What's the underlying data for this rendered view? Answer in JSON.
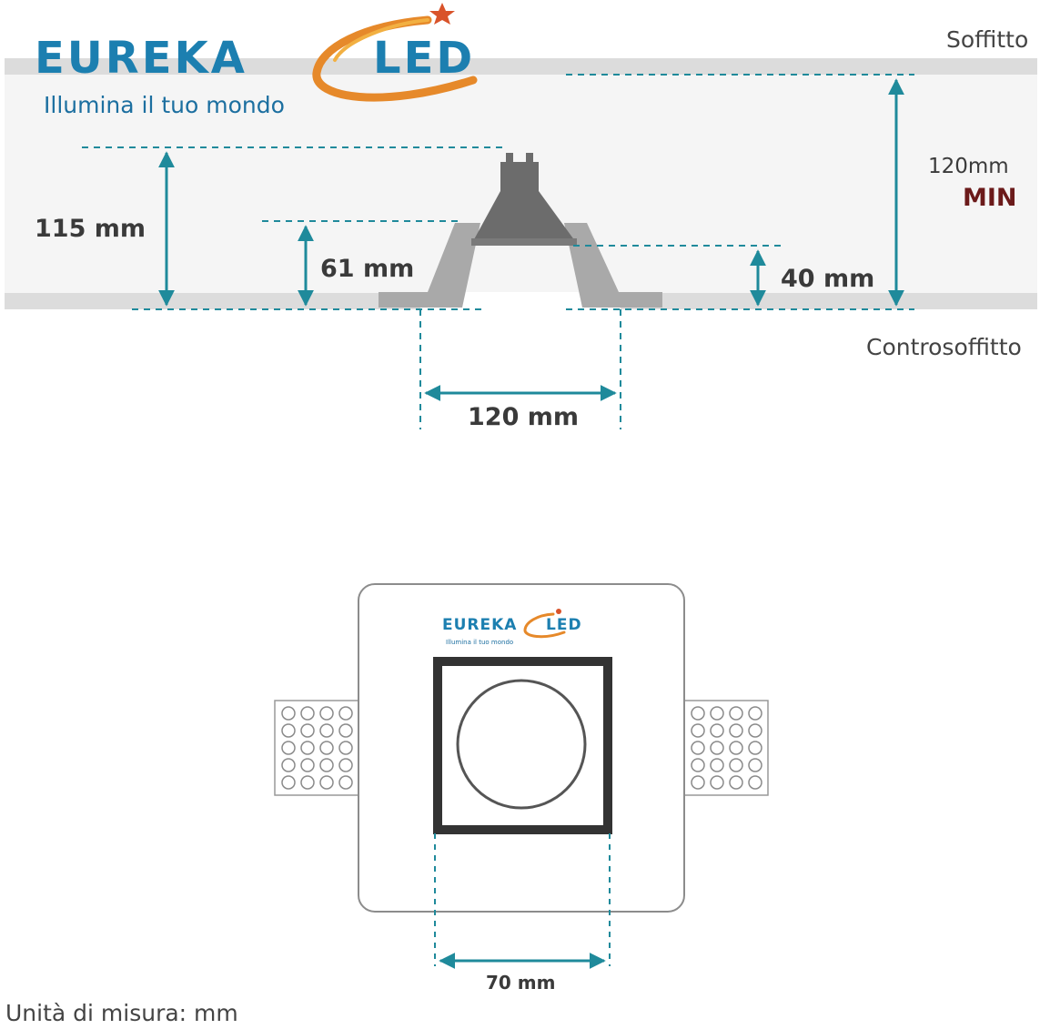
{
  "brand": {
    "name_left": "EUREKA",
    "name_right": "LED",
    "tagline": "Illumina il tuo mondo",
    "small_tagline": "Illumina il tuo mondo"
  },
  "labels": {
    "ceiling": "Soffitto",
    "false_ceiling": "Controsoffitto",
    "units": "Unità di misura: mm"
  },
  "dimensions": {
    "total_height": "115 mm",
    "body_height": "61 mm",
    "flange_height": "40 mm",
    "cutout_width": "120 mm",
    "min_clearance_value": "120mm",
    "min_clearance_label": "MIN",
    "opening_width": "70 mm"
  },
  "colors": {
    "dimension_line": "#1f8a9b",
    "brand_blue": "#1c7fb0",
    "brand_orange": "#e6892a",
    "min_label": "#6b1a1a",
    "lamp_gray": "#6c6c6c"
  }
}
